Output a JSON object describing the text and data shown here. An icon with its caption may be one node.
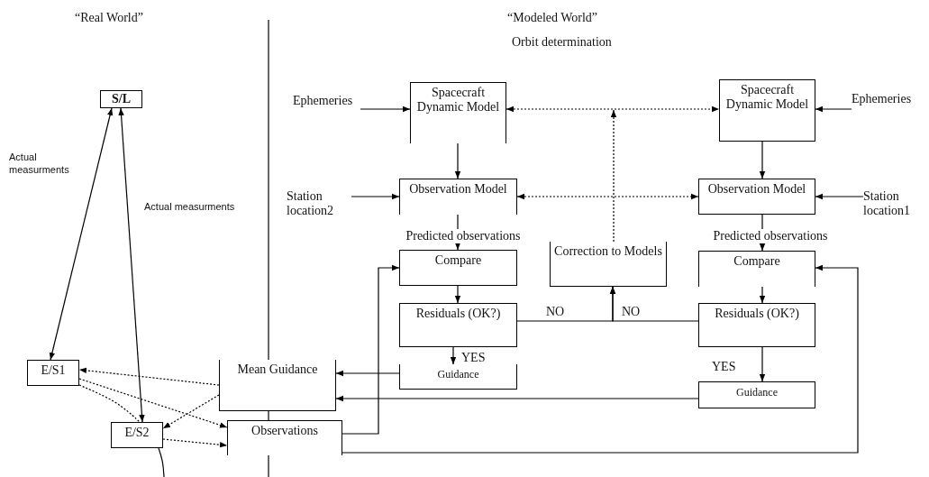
{
  "diagram": {
    "nodes": [
      {
        "text": [
          "S/L"
        ]
      },
      {
        "text": [
          "Ephemeries"
        ]
      },
      {
        "text": [
          "Spacecraft Dynamic Model"
        ]
      },
      {
        "text": [
          "Spacecraft Dynamic Model"
        ]
      },
      {
        "text": [
          "Ephemeries"
        ]
      },
      {
        "text": [
          "Station location2"
        ]
      },
      {
        "text": [
          "Observation Model"
        ]
      },
      {
        "text": [
          "Observation Model"
        ]
      },
      {
        "text": [
          "Station location1"
        ]
      },
      {
        "text": [
          "Compare"
        ]
      },
      {
        "text": [
          "Correction to Models"
        ]
      },
      {
        "text": [
          "Compare"
        ]
      },
      {
        "text": [
          "Residuals (OK?)"
        ]
      },
      {
        "text": [
          "Residuals (OK?)"
        ]
      },
      {
        "text": [
          "E/S1"
        ]
      },
      {
        "text": [
          "Mean Guidance"
        ]
      },
      {
        "text": [
          "Guidance"
        ]
      },
      {
        "text": [
          "Guidance"
        ]
      },
      {
        "text": [
          "E/S2"
        ]
      },
      {
        "text": [
          "Observations"
        ]
      }
    ],
    "edges": [
      {
        "from": 0,
        "to": 14,
        "arrow": "both",
        "label": "Actual measurments"
      },
      {
        "from": 0,
        "to": 18,
        "arrow": "both",
        "label": "Actual measurments"
      },
      {
        "from": 1,
        "to": 2,
        "arrow": "to"
      },
      {
        "from": 4,
        "to": 3,
        "arrow": "to"
      },
      {
        "from": 2,
        "to": 3,
        "arrow": "both",
        "style": "dashed"
      },
      {
        "from": 10,
        "to": null,
        "arrow": "to",
        "style": "dashed"
      },
      {
        "from": 2,
        "to": 6,
        "arrow": "to"
      },
      {
        "from": 3,
        "to": 7,
        "arrow": "to"
      },
      {
        "from": 5,
        "to": 6,
        "arrow": "to"
      },
      {
        "from": 8,
        "to": 7,
        "arrow": "to"
      },
      {
        "from": 6,
        "to": 7,
        "arrow": "both",
        "style": "dashed"
      },
      {
        "from": 6,
        "to": 9,
        "arrow": "to",
        "label": "Predicted observations"
      },
      {
        "from": 7,
        "to": 11,
        "arrow": "to",
        "label": "Predicted observations"
      },
      {
        "from": 9,
        "to": 12,
        "arrow": "to"
      },
      {
        "from": 11,
        "to": 13,
        "arrow": "to"
      },
      {
        "from": 12,
        "to": 10,
        "arrow": "to",
        "label": "NO"
      },
      {
        "from": 13,
        "to": 10,
        "arrow": "to",
        "label": "NO"
      },
      {
        "from": 12,
        "to": 16,
        "arrow": "to",
        "label": "YES"
      },
      {
        "from": 13,
        "to": 17,
        "arrow": "to",
        "label": "YES"
      },
      {
        "from": 16,
        "to": 15,
        "arrow": "to"
      },
      {
        "from": 17,
        "to": 15,
        "arrow": "to"
      },
      {
        "from": 19,
        "to": 9,
        "arrow": "to"
      },
      {
        "from": 19,
        "to": 11,
        "arrow": "to"
      },
      {
        "from": 15,
        "to": 14,
        "arrow": "to",
        "style": "dashed"
      },
      {
        "from": 15,
        "to": 18,
        "arrow": "to",
        "style": "dashed"
      },
      {
        "from": 14,
        "to": 19,
        "arrow": "to",
        "style": "dashed"
      },
      {
        "from": 14,
        "to": 18,
        "arrow": "none",
        "style": "dashed"
      },
      {
        "from": 18,
        "to": 19,
        "arrow": "to",
        "style": "dashed"
      },
      {
        "from": 18,
        "to": null,
        "arrow": "none"
      }
    ],
    "labels": [
      "“Real World”",
      "“Modeled World”",
      "Orbit determination"
    ]
  }
}
